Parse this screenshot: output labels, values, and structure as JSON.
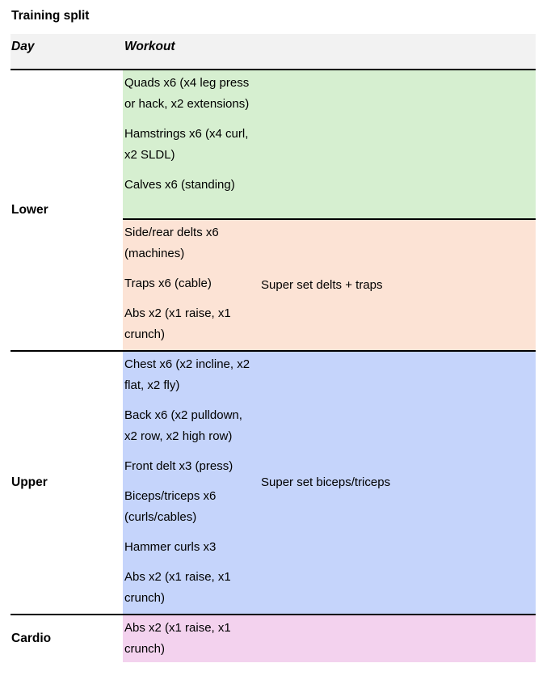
{
  "title": "Training split",
  "colors": {
    "green": "#d6efd0",
    "orange": "#fce3d5",
    "blue": "#c5d4fb",
    "pink": "#f3d2ee",
    "header_bg": "#f2f2f2",
    "border": "#000000"
  },
  "table": {
    "headers": [
      "Day",
      "Workout",
      ""
    ],
    "rows": [
      {
        "day": "Lower",
        "segments": [
          {
            "color": "green",
            "workout": [
              "Quads x6 (x4 leg press or hack, x2 extensions)",
              "Hamstrings x6 (x4 curl, x2 SLDL)",
              "Calves x6 (standing)"
            ],
            "note": ""
          },
          {
            "color": "orange",
            "workout": [
              "Side/rear delts x6 (machines)",
              "Traps x6 (cable)",
              "Abs x2 (x1 raise, x1 crunch)"
            ],
            "note": "Super set delts + traps"
          }
        ]
      },
      {
        "day": "Upper",
        "segments": [
          {
            "color": "blue",
            "workout": [
              "Chest x6 (x2 incline, x2 flat, x2 fly)",
              "Back x6 (x2 pulldown, x2 row, x2 high row)",
              "Front delt x3 (press)",
              "Biceps/triceps x6 (curls/cables)",
              "Hammer curls x3",
              "Abs x2 (x1 raise, x1 crunch)"
            ],
            "note": "Super set biceps/triceps"
          }
        ]
      },
      {
        "day": "Cardio",
        "segments": [
          {
            "color": "pink",
            "workout": [
              "Abs x2 (x1 raise, x1 crunch)"
            ],
            "note": ""
          }
        ]
      }
    ]
  }
}
